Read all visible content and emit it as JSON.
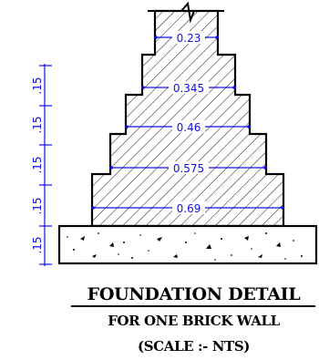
{
  "drawing": {
    "widths": [
      "0.23",
      "0.345",
      "0.46",
      "0.575",
      "0.69"
    ],
    "course_heights": [
      ".15",
      ".15",
      ".15",
      ".15",
      ".15"
    ]
  },
  "title": {
    "main": "FOUNDATION DETAIL",
    "sub": "FOR ONE BRICK WALL",
    "scale": "(SCALE :- NTS)"
  }
}
